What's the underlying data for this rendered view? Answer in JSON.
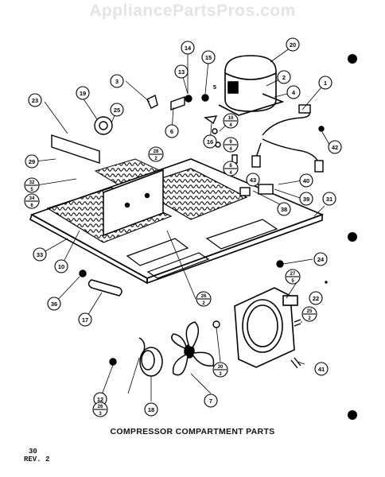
{
  "watermark": "AppliancePartsPros.com",
  "caption": "COMPRESSOR COMPARTMENT PARTS",
  "page_number": "30",
  "revision": "REV. 2",
  "callouts": [
    {
      "id": "c1",
      "label": "1"
    },
    {
      "id": "c2",
      "label": "2"
    },
    {
      "id": "c3",
      "label": "3"
    },
    {
      "id": "c4",
      "label": "4"
    },
    {
      "id": "c5",
      "label": "5"
    },
    {
      "id": "c6",
      "label": "6"
    },
    {
      "id": "c7",
      "label": "7"
    },
    {
      "id": "c10",
      "label": "10"
    },
    {
      "id": "c12",
      "label": "12"
    },
    {
      "id": "c13",
      "label": "13"
    },
    {
      "id": "c14",
      "label": "14"
    },
    {
      "id": "c15",
      "label": "15"
    },
    {
      "id": "c16",
      "label": "16"
    },
    {
      "id": "c17",
      "label": "17"
    },
    {
      "id": "c18",
      "label": "18"
    },
    {
      "id": "c19",
      "label": "19"
    },
    {
      "id": "c20",
      "label": "20"
    },
    {
      "id": "c22",
      "label": "22"
    },
    {
      "id": "c23",
      "label": "23"
    },
    {
      "id": "c24",
      "label": "24"
    },
    {
      "id": "c25",
      "label": "25"
    },
    {
      "id": "c29",
      "label": "29"
    },
    {
      "id": "c31",
      "label": "31"
    },
    {
      "id": "c33",
      "label": "33"
    },
    {
      "id": "c36",
      "label": "36"
    },
    {
      "id": "c38",
      "label": "38"
    },
    {
      "id": "c39",
      "label": "39"
    },
    {
      "id": "c40",
      "label": "40"
    },
    {
      "id": "c41",
      "label": "41"
    },
    {
      "id": "c42",
      "label": "42"
    },
    {
      "id": "c43",
      "label": "43"
    }
  ],
  "split_callouts": [
    {
      "id": "s1",
      "top": "10",
      "bottom": "4"
    },
    {
      "id": "s2",
      "top": "8",
      "bottom": "4"
    },
    {
      "id": "s3",
      "top": "9",
      "bottom": "4"
    },
    {
      "id": "s4",
      "top": "28",
      "bottom": "2"
    },
    {
      "id": "s5",
      "top": "32",
      "bottom": "5"
    },
    {
      "id": "s6",
      "top": "34",
      "bottom": "6"
    },
    {
      "id": "s7",
      "top": "26",
      "bottom": "2"
    },
    {
      "id": "s8",
      "top": "27",
      "bottom": "5"
    },
    {
      "id": "s9",
      "top": "25",
      "bottom": "2"
    },
    {
      "id": "s10",
      "top": "30",
      "bottom": "3"
    },
    {
      "id": "s11",
      "top": "26",
      "bottom": "3"
    }
  ]
}
